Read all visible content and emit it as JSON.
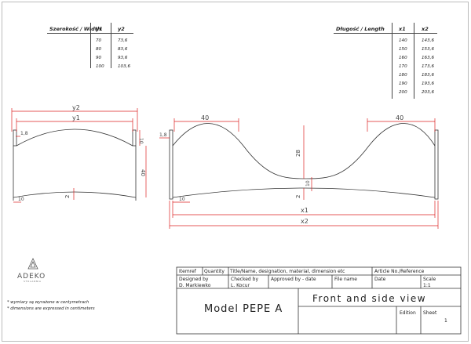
{
  "width_table": {
    "headers": [
      "Szerokość / Width",
      "y1",
      "y2"
    ],
    "rows": [
      [
        "70",
        "73,6"
      ],
      [
        "80",
        "83,6"
      ],
      [
        "90",
        "93,6"
      ],
      [
        "100",
        "103,6"
      ]
    ]
  },
  "length_table": {
    "headers": [
      "Długość / Length",
      "x1",
      "x2"
    ],
    "rows": [
      [
        "140",
        "143,6"
      ],
      [
        "150",
        "153,6"
      ],
      [
        "160",
        "163,6"
      ],
      [
        "170",
        "173,6"
      ],
      [
        "180",
        "183,6"
      ],
      [
        "190",
        "193,6"
      ],
      [
        "200",
        "203,6"
      ]
    ]
  },
  "side_view": {
    "dims": {
      "y2": "y2",
      "y1": "y1",
      "d18": "1,8",
      "d10a": "10",
      "d40": "40",
      "d10b": "10",
      "d2": "2"
    }
  },
  "front_view": {
    "dims": {
      "d40a": "40",
      "d40b": "40",
      "d18": "1,8",
      "d28": "28",
      "d10a": "10",
      "d10b": "10",
      "d2": "2",
      "x1": "x1",
      "x2": "x2"
    }
  },
  "logo": {
    "name": "ADEKO",
    "sub": "STOLARNIA"
  },
  "notes": [
    "* wymiary są wyrażone w centymetrach",
    "* dimensions are expressed in centimeters"
  ],
  "title_block": {
    "itemref": "Itemref",
    "quantity": "Quantity",
    "title_hdr": "Title/Name, designation, material, dimension etc",
    "article_hdr": "Article No./Reference",
    "designed_by": "Designed by",
    "designer": "D. Markiewko",
    "checked_by": "Checked by",
    "checker": "L. Kocur",
    "approved": "Approved by - date",
    "file_name": "File name",
    "date": "Date",
    "scale": "Scale",
    "scale_val": "1:1",
    "model": "Model PEPE A",
    "view": "Front and side view",
    "edition": "Edition",
    "sheet": "Sheet",
    "sheet_val": "1"
  }
}
